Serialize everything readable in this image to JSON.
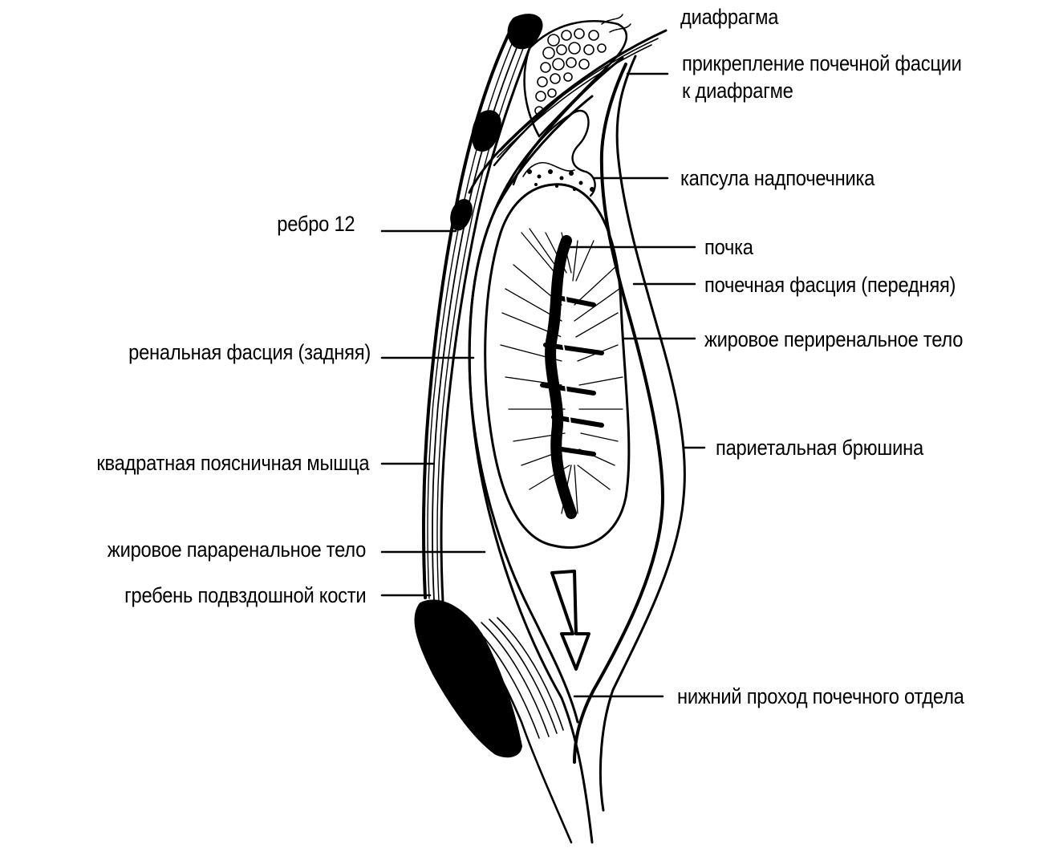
{
  "labels": {
    "diaphragm": "диафрагма",
    "fascia_attachment_line1": "прикрепление почечной фасции",
    "fascia_attachment_line2": "к диафрагме",
    "adrenal_capsule": "капсула надпочечника",
    "rib12": "ребро 12",
    "kidney": "почка",
    "renal_fascia_anterior": "почечная фасция (передняя)",
    "perirenal_fat": "жировое периренальное тело",
    "renal_fascia_posterior": "ренальная фасция (задняя)",
    "parietal_peritoneum": "париетальная брюшина",
    "quadratus_lumborum": "квадратная поясничная мышца",
    "pararenal_fat": "жировое параренальное тело",
    "iliac_crest": "гребень подвздошной кости",
    "inferior_passage": "нижний проход почечного отдела"
  },
  "colors": {
    "ink": "#000000",
    "paper": "#ffffff"
  }
}
